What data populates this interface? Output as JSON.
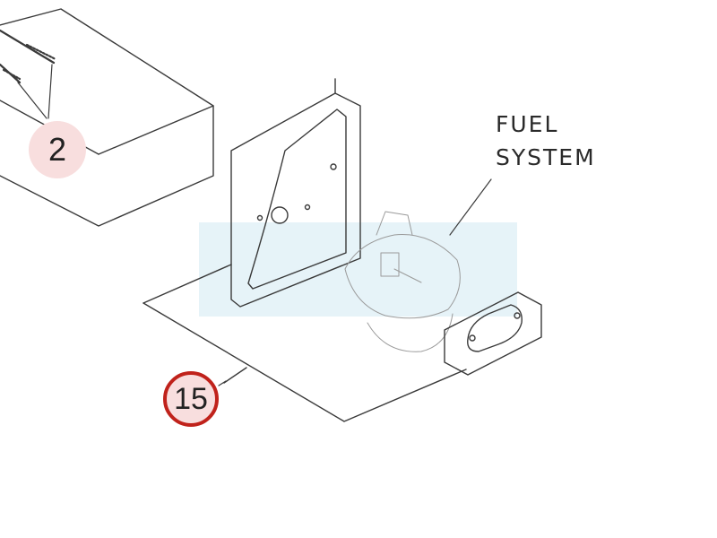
{
  "callouts": {
    "part_2": "2",
    "part_15": "15"
  },
  "section_label": {
    "line1": "FUEL",
    "line2": "SYSTEM"
  },
  "colors": {
    "line": "#3a3a3a",
    "callout_fill": "#f8dede",
    "highlight_ring": "#c0221b",
    "watermark": "#e6f3f8"
  }
}
